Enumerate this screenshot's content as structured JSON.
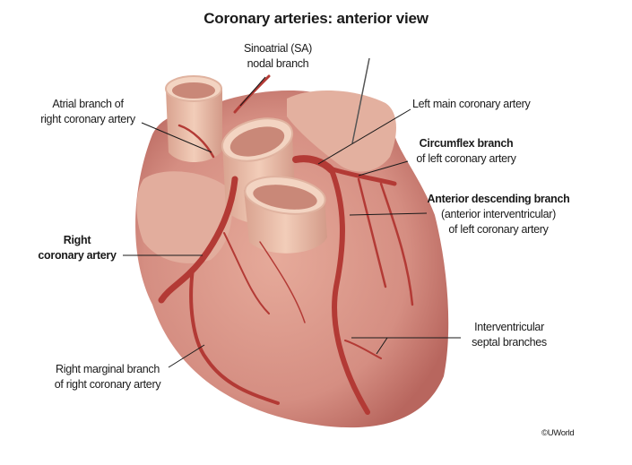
{
  "title": "Coronary arteries: anterior view",
  "labels": {
    "sa_nodal": [
      "Sinoatrial (SA)",
      "nodal branch"
    ],
    "atrial_branch": [
      "Atrial branch of",
      "right coronary artery"
    ],
    "left_main": [
      "Left main coronary artery"
    ],
    "circumflex": [
      "Circumflex branch",
      "of left coronary artery"
    ],
    "anterior_descending": [
      "Anterior descending branch",
      "(anterior interventricular)",
      "of left coronary artery"
    ],
    "right_coronary": [
      "Right",
      "coronary artery"
    ],
    "septal": [
      "Interventricular",
      "septal branches"
    ],
    "right_marginal": [
      "Right marginal branch",
      "of right coronary artery"
    ]
  },
  "copyright": "©UWorld",
  "colors": {
    "heart": "#d9958a",
    "artery": "#b33a35",
    "vessel": "#ecc0ae",
    "text": "#1a1a1a"
  }
}
